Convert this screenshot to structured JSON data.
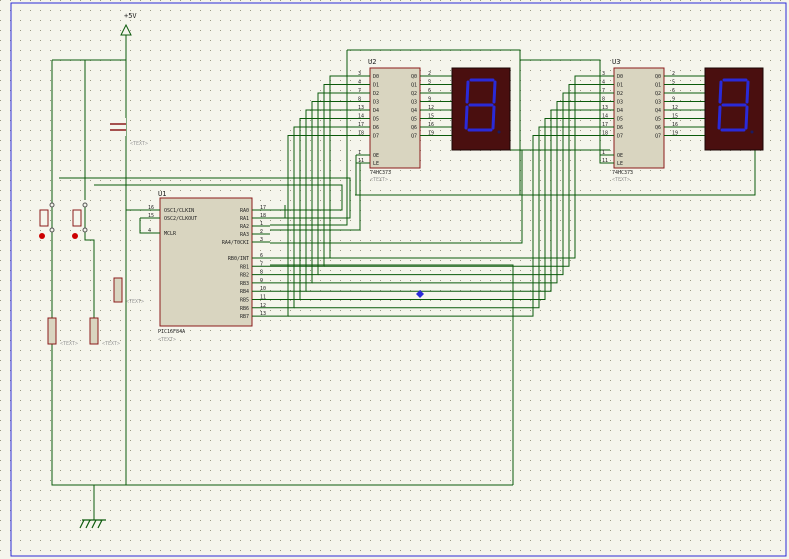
{
  "power": {
    "label": "+5V"
  },
  "mcu": {
    "ref": "U1",
    "part": "PIC16F84A",
    "text": "<TEXT>",
    "left_pins": [
      {
        "num": "16",
        "name": "OSC1/CLKIN"
      },
      {
        "num": "15",
        "name": "OSC2/CLKOUT"
      },
      {
        "num": "4",
        "name": "MCLR"
      }
    ],
    "right_pins_a": [
      {
        "num": "17",
        "name": "RA0"
      },
      {
        "num": "18",
        "name": "RA1"
      },
      {
        "num": "1",
        "name": "RA2"
      },
      {
        "num": "2",
        "name": "RA3"
      },
      {
        "num": "3",
        "name": "RA4/T0CKI"
      }
    ],
    "right_pins_b": [
      {
        "num": "6",
        "name": "RB0/INT"
      },
      {
        "num": "7",
        "name": "RB1"
      },
      {
        "num": "8",
        "name": "RB2"
      },
      {
        "num": "9",
        "name": "RB3"
      },
      {
        "num": "10",
        "name": "RB4"
      },
      {
        "num": "11",
        "name": "RB5"
      },
      {
        "num": "12",
        "name": "RB6"
      },
      {
        "num": "13",
        "name": "RB7"
      }
    ]
  },
  "latch1": {
    "ref": "U2",
    "part": "74HC373",
    "text": "<TEXT>",
    "d_pins": [
      {
        "num": "3",
        "name": "D0"
      },
      {
        "num": "4",
        "name": "D1"
      },
      {
        "num": "7",
        "name": "D2"
      },
      {
        "num": "8",
        "name": "D3"
      },
      {
        "num": "13",
        "name": "D4"
      },
      {
        "num": "14",
        "name": "D5"
      },
      {
        "num": "17",
        "name": "D6"
      },
      {
        "num": "18",
        "name": "D7"
      }
    ],
    "q_pins": [
      {
        "num": "2",
        "name": "Q0"
      },
      {
        "num": "5",
        "name": "Q1"
      },
      {
        "num": "6",
        "name": "Q2"
      },
      {
        "num": "9",
        "name": "Q3"
      },
      {
        "num": "12",
        "name": "Q4"
      },
      {
        "num": "15",
        "name": "Q5"
      },
      {
        "num": "16",
        "name": "Q6"
      },
      {
        "num": "19",
        "name": "Q7"
      }
    ],
    "ctrl_pins": [
      {
        "num": "1",
        "name": "OE"
      },
      {
        "num": "11",
        "name": "LE"
      }
    ]
  },
  "latch2": {
    "ref": "U3",
    "part": "74HC373",
    "text": "<TEXT>",
    "d_pins": [
      {
        "num": "3",
        "name": "D0"
      },
      {
        "num": "4",
        "name": "D1"
      },
      {
        "num": "7",
        "name": "D2"
      },
      {
        "num": "8",
        "name": "D3"
      },
      {
        "num": "13",
        "name": "D4"
      },
      {
        "num": "14",
        "name": "D5"
      },
      {
        "num": "17",
        "name": "D6"
      },
      {
        "num": "18",
        "name": "D7"
      }
    ],
    "q_pins": [
      {
        "num": "2",
        "name": "Q0"
      },
      {
        "num": "5",
        "name": "Q1"
      },
      {
        "num": "6",
        "name": "Q2"
      },
      {
        "num": "9",
        "name": "Q3"
      },
      {
        "num": "12",
        "name": "Q4"
      },
      {
        "num": "15",
        "name": "Q5"
      },
      {
        "num": "16",
        "name": "Q6"
      },
      {
        "num": "19",
        "name": "Q7"
      }
    ],
    "ctrl_pins": [
      {
        "num": "1",
        "name": "OE"
      },
      {
        "num": "11",
        "name": "LE"
      }
    ]
  },
  "display1": {
    "digit": "8"
  },
  "display2": {
    "digit": "8"
  },
  "passives": {
    "cap_text": "<TEXT>",
    "r1_text": "<TEXT>",
    "r2_text": "<TEXT>",
    "r3_text": "<TEXT>"
  },
  "colors": {
    "background": "#f5f5ec",
    "grid_dot": "#9a9a82",
    "wire": "#0b5a0b",
    "chip_fill": "#d9d5c0",
    "chip_border": "#8a1a1a",
    "display_body": "#4a0f0f",
    "segment": "#2a2ad8",
    "dim_text": "#9a9a9a"
  }
}
